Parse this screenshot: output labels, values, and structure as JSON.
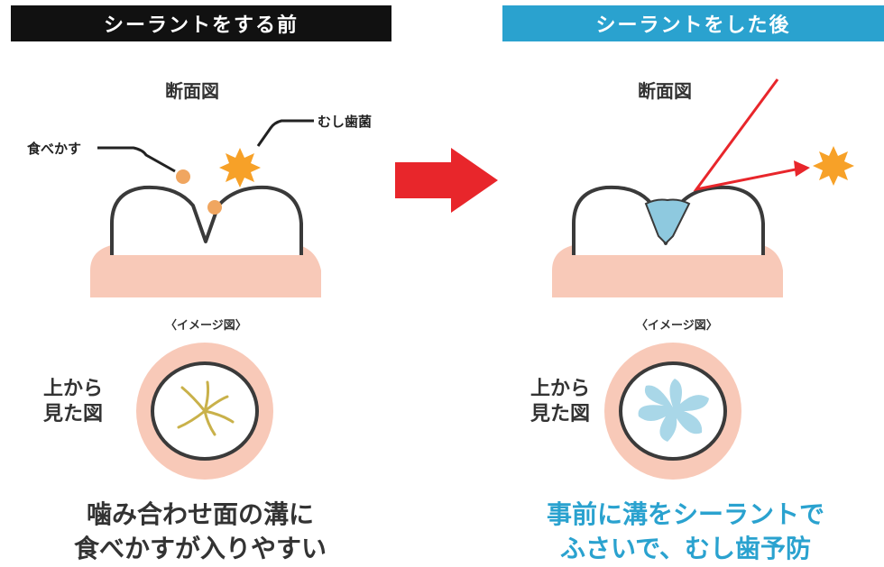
{
  "left": {
    "header": "シーラントをする前",
    "section": "断面図",
    "food_label": "食べかす",
    "bacteria_label": "むし歯菌",
    "image_note": "〈イメージ図〉",
    "top_view_line1": "上から",
    "top_view_line2": "見た図",
    "caption_line1": "噛み合わせ面の溝に",
    "caption_line2": "食べかすが入りやすい"
  },
  "right": {
    "header": "シーラントをした後",
    "section": "断面図",
    "image_note": "〈イメージ図〉",
    "top_view_line1": "上から",
    "top_view_line2": "見た図",
    "caption_line1": "事前に溝をシーラントで",
    "caption_line2": "ふさいで、むし歯予防"
  },
  "colors": {
    "dark_header": "#111111",
    "blue_header": "#2aa2cf",
    "arrow_red": "#e8262b",
    "gum_pink": "#f8c9b8",
    "food_orange": "#f0a660",
    "bacteria_orange": "#f7a128",
    "sealant_blue": "#8ec9df"
  }
}
